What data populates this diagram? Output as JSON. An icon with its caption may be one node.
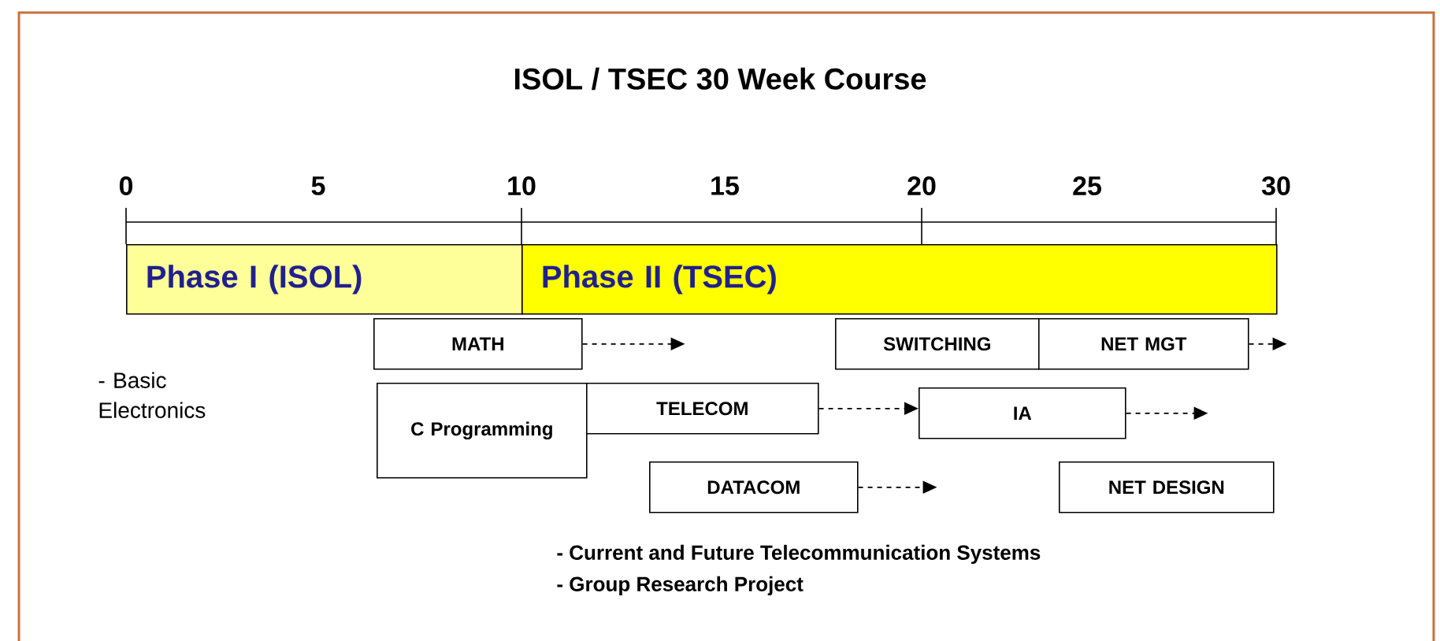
{
  "diagram": {
    "title": "ISOL / TSEC 30 Week Course",
    "nodes": [
      {
        "text": [
          "Phase I (ISOL)"
        ]
      },
      {
        "text": [
          "Phase II (TSEC)"
        ]
      },
      {
        "text": [
          "MATH"
        ]
      },
      {
        "text": [
          "SWITCHING"
        ]
      },
      {
        "text": [
          "NET MGT"
        ]
      },
      {
        "text": [
          "C Programming"
        ]
      },
      {
        "text": [
          "TELECOM"
        ]
      },
      {
        "text": [
          "IA"
        ]
      },
      {
        "text": [
          "DATACOM"
        ]
      },
      {
        "text": [
          "NET DESIGN"
        ]
      }
    ],
    "edges": [
      {
        "from": 2,
        "to": null,
        "arrow": "to",
        "style": "dashed"
      },
      {
        "from": 4,
        "to": null,
        "arrow": "to",
        "style": "dashed"
      },
      {
        "from": 6,
        "to": 7,
        "arrow": "to",
        "style": "dashed"
      },
      {
        "from": 7,
        "to": null,
        "arrow": "to",
        "style": "dashed"
      },
      {
        "from": 8,
        "to": null,
        "arrow": "to",
        "style": "dashed"
      }
    ],
    "labels": [
      "0",
      "5",
      "10",
      "15",
      "20",
      "25",
      "30",
      "- Basic Electronics",
      "- Current and Future Telecommunication Systems",
      "- Group Research Project"
    ]
  }
}
